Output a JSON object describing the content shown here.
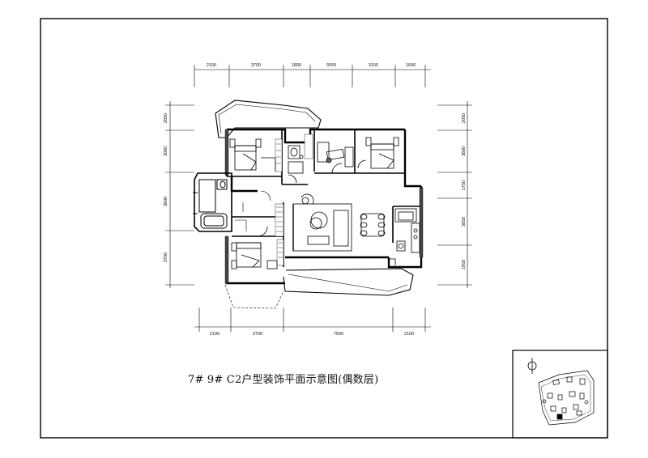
{
  "drawing": {
    "caption": "7# 9#   C2户型装饰平面示意图(偶数层)",
    "top_dimensions": [
      "2100",
      "3700",
      "1800",
      "3050",
      "3150",
      "1600"
    ],
    "bottom_dimensions": [
      "2100",
      "3700",
      "7500",
      "2100"
    ],
    "left_dimensions": [
      "2050",
      "3000",
      "3600",
      "3700"
    ],
    "right_dimensions": [
      "2050",
      "3600",
      "1750",
      "3050",
      "1950"
    ]
  },
  "key_plan": {
    "north_symbol": "north-arrow-icon"
  }
}
